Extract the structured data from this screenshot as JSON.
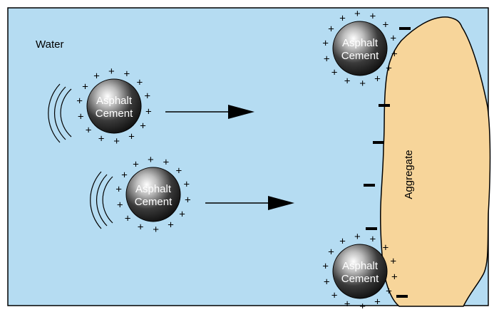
{
  "diagram": {
    "water_label": "Water",
    "aggregate_label": "Aggregate",
    "particle_label_line1": "Asphalt",
    "particle_label_line2": "Cement",
    "positive_charge_symbol": "+",
    "colors": {
      "water": "#b5dcf2",
      "aggregate": "#f7d59a",
      "outline": "#000000",
      "particle_dark": "#1a1a1a",
      "particle_light": "#ffffff"
    }
  }
}
